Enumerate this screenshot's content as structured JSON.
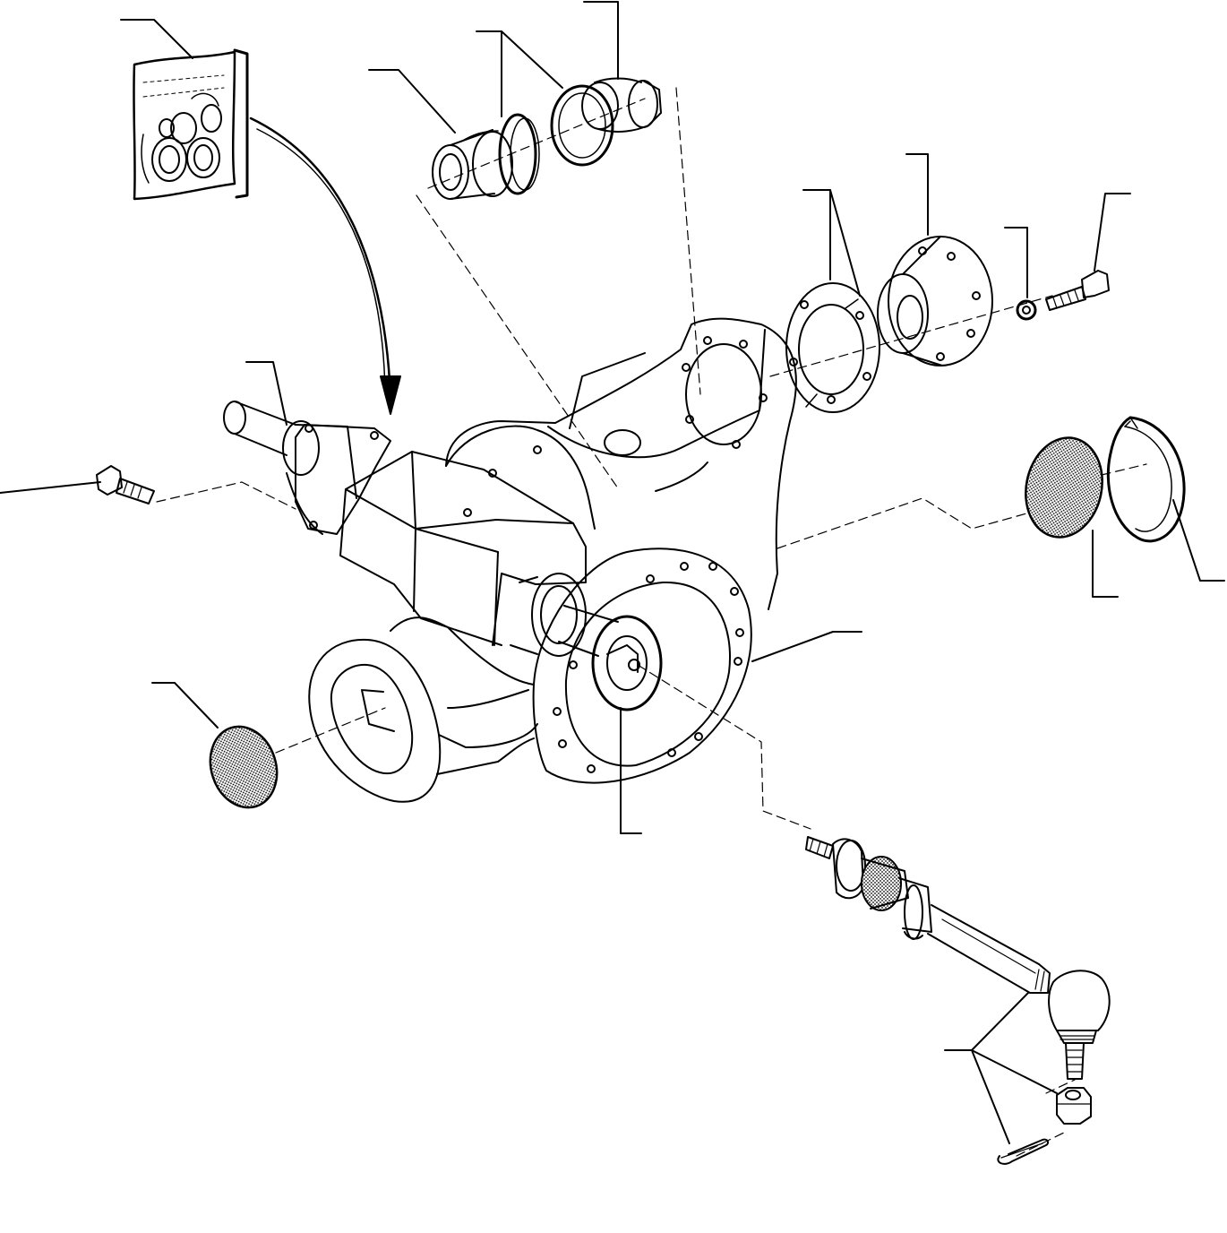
{
  "diagram": {
    "type": "exploded-parts-view",
    "colors": {
      "ink": "#000000",
      "paper": "#ffffff",
      "shade": "#9a9a9a"
    },
    "parts": [
      {
        "name": "seal-kit-package",
        "icon": "kit-package-icon"
      },
      {
        "name": "bushing-left"
      },
      {
        "name": "o-rings-pair"
      },
      {
        "name": "bushing-right"
      },
      {
        "name": "shim-flange"
      },
      {
        "name": "hub-flange"
      },
      {
        "name": "washer"
      },
      {
        "name": "cap-screw-right"
      },
      {
        "name": "pivot-pin"
      },
      {
        "name": "cap-screw-left"
      },
      {
        "name": "axle-housing"
      },
      {
        "name": "plug-right"
      },
      {
        "name": "snap-ring"
      },
      {
        "name": "plug-left"
      },
      {
        "name": "tie-rod-assembly"
      },
      {
        "name": "nut"
      },
      {
        "name": "cotter-pin"
      }
    ]
  }
}
